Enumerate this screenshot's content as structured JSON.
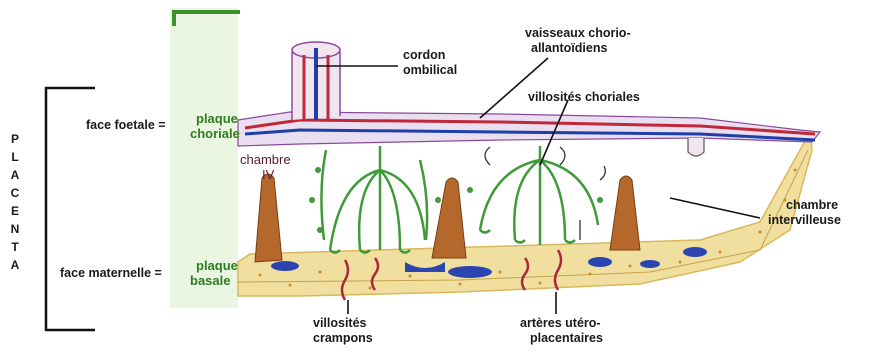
{
  "labels": {
    "cordon": [
      "cordon",
      "ombilical"
    ],
    "vaisseaux": [
      "vaisseaux chorio-",
      "allantoïdiens"
    ],
    "villosites_choriales": "villosités choriales",
    "face_foetale": "face foetale =",
    "plaque_choriale": [
      "plaque",
      "choriale"
    ],
    "chambre_iv": [
      "chambre",
      "IV"
    ],
    "chambre_intervilleuse": [
      "chambre",
      "intervilleuse"
    ],
    "face_maternelle": "face maternelle =",
    "plaque_basale": [
      "plaque",
      "basale"
    ],
    "villosites_crampons": [
      "villosités",
      "crampons"
    ],
    "arteres": [
      "artères utéro-",
      "placentaires"
    ],
    "placenta_letters": [
      "P",
      "L",
      "A",
      "C",
      "E",
      "N",
      "T",
      "A"
    ]
  },
  "colors": {
    "fetal_blood_red": "#c0283a",
    "fetal_blood_blue": "#1e3fa8",
    "villi_green": "#3f9a3a",
    "plate_green": "#dff0d4",
    "basal_yellow": "#f3e3a6",
    "septum_brown": "#b5682c",
    "pointer_line": "#111111"
  },
  "icons": {
    "placenta_bracket": "bracket-shape"
  }
}
